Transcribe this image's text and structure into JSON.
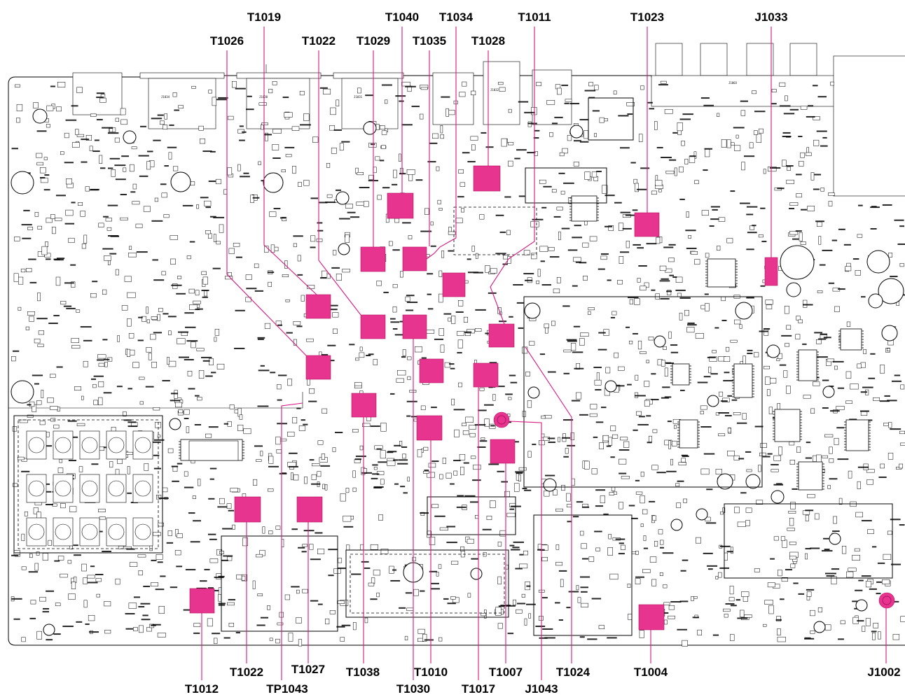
{
  "figure": {
    "top_labels": [
      "T1019",
      "T1040",
      "T1034",
      "T1011",
      "T1023",
      "J1033",
      "T1026",
      "T1022",
      "T1029",
      "T1035",
      "T1028"
    ],
    "bottom_labels": [
      "T1022",
      "T1027",
      "T1038",
      "T1010",
      "T1007",
      "T1024",
      "T1004",
      "J1002",
      "T1012",
      "TP1043",
      "T1030",
      "T1017",
      "J1043"
    ],
    "highlight_color": "#e6348f",
    "leader_color": "#d9177f"
  },
  "callouts": [
    {
      "id": "t1019-top",
      "label": "T1019"
    },
    {
      "id": "t1040-top",
      "label": "T1040"
    },
    {
      "id": "t1034-top",
      "label": "T1034"
    },
    {
      "id": "t1011-top",
      "label": "T1011"
    },
    {
      "id": "t1023-top",
      "label": "T1023"
    },
    {
      "id": "j1033-top",
      "label": "J1033"
    },
    {
      "id": "t1026-top",
      "label": "T1026"
    },
    {
      "id": "t1022-top",
      "label": "T1022"
    },
    {
      "id": "t1029-top",
      "label": "T1029"
    },
    {
      "id": "t1035-top",
      "label": "T1035"
    },
    {
      "id": "t1028-top",
      "label": "T1028"
    },
    {
      "id": "t1022-bottom",
      "label": "T1022"
    },
    {
      "id": "t1027-bottom",
      "label": "T1027"
    },
    {
      "id": "t1038-bottom",
      "label": "T1038"
    },
    {
      "id": "t1010-bottom",
      "label": "T1010"
    },
    {
      "id": "t1007-bottom",
      "label": "T1007"
    },
    {
      "id": "t1024-bottom",
      "label": "T1024"
    },
    {
      "id": "t1004-bottom",
      "label": "T1004"
    },
    {
      "id": "j1002-bottom",
      "label": "J1002"
    },
    {
      "id": "t1012-bottom",
      "label": "T1012"
    },
    {
      "id": "tp1043-bottom",
      "label": "TP1043"
    },
    {
      "id": "t1030-bottom",
      "label": "T1030"
    },
    {
      "id": "t1017-bottom",
      "label": "T1017"
    },
    {
      "id": "j1043-bottom",
      "label": "J1043"
    }
  ]
}
